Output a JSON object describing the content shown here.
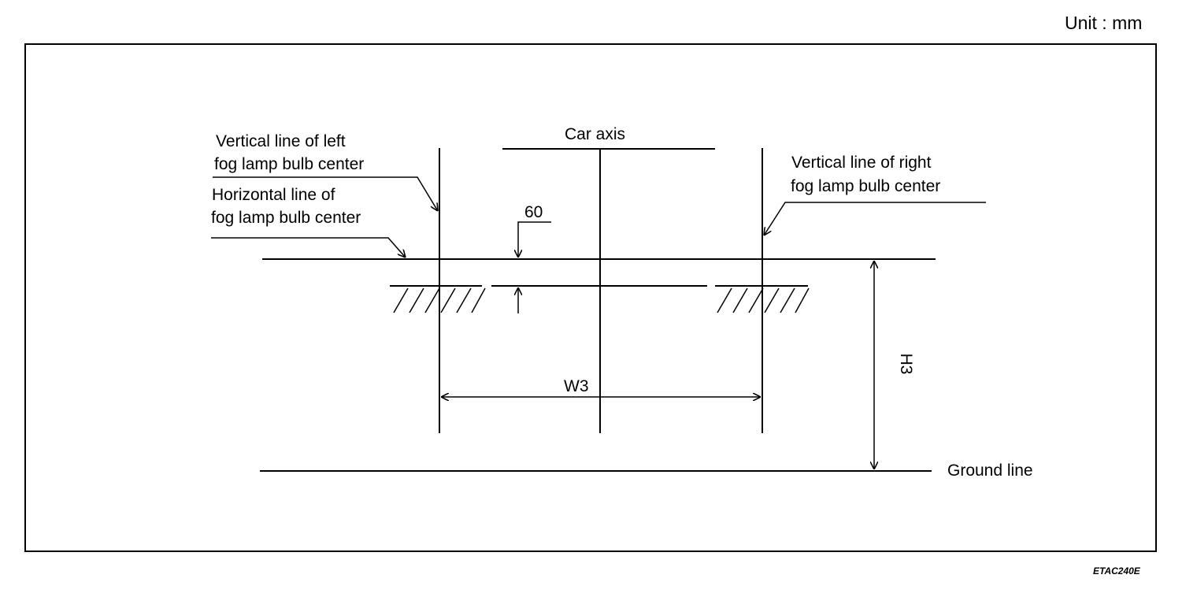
{
  "unit_label": "Unit : mm",
  "figure_code": "ETAC240E",
  "labels": {
    "left_vertical_1": "Vertical line of left",
    "left_vertical_2": "fog  lamp bulb center",
    "horizontal_1": "Horizontal line of",
    "horizontal_2": "fog lamp bulb center",
    "car_axis": "Car axis",
    "right_vertical_1": "Vertical line of right",
    "right_vertical_2": "fog lamp bulb center",
    "offset_value": "60",
    "width_dim": "W3",
    "height_dim": "H3",
    "ground": "Ground line"
  }
}
